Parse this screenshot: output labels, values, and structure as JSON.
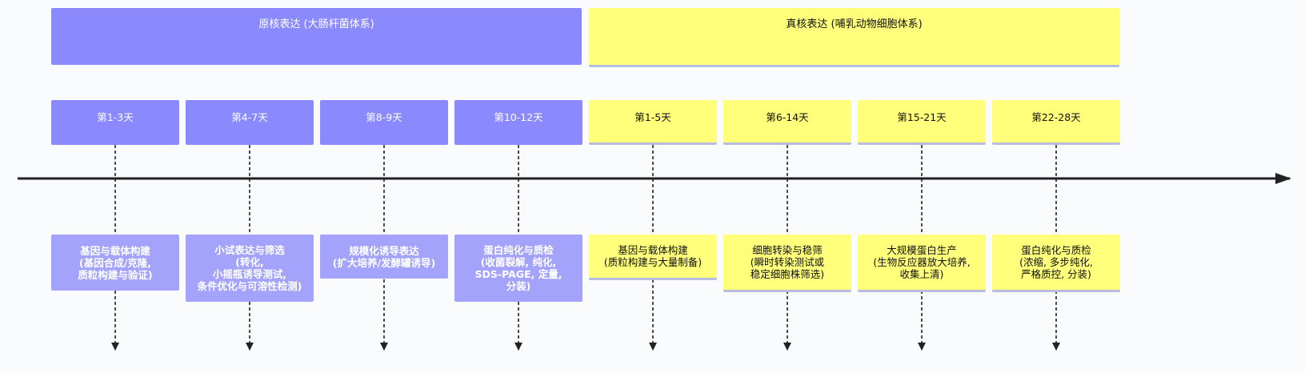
{
  "sections": [
    {
      "label": "原核表达 (大肠杆菌体系)",
      "kind": "prokaryote"
    },
    {
      "label": "真核表达 (哺乳动物细胞体系)",
      "kind": "eukaryote"
    }
  ],
  "periods": [
    {
      "label": "第1-3天",
      "section": 0,
      "task": "基因与载体构建\n(基因合成/克隆,\n质粒构建与验证)"
    },
    {
      "label": "第4-7天",
      "section": 0,
      "task": "小试表达与筛选\n(转化,\n小摇瓶诱导测试,\n条件优化与可溶性检测)"
    },
    {
      "label": "第8-9天",
      "section": 0,
      "task": "规模化诱导表达\n(扩大培养/发酵罐诱导)"
    },
    {
      "label": "第10-12天",
      "section": 0,
      "task": "蛋白纯化与质检\n(收菌裂解, 纯化,\nSDS-PAGE, 定量,\n分装)"
    },
    {
      "label": "第1-5天",
      "section": 1,
      "task": "基因与载体构建\n(质粒构建与大量制备)"
    },
    {
      "label": "第6-14天",
      "section": 1,
      "task": "细胞转染与稳筛\n(瞬时转染测试或\n稳定细胞株筛选)"
    },
    {
      "label": "第15-21天",
      "section": 1,
      "task": "大规模蛋白生产\n(生物反应器放大培养,\n收集上清)"
    },
    {
      "label": "第22-28天",
      "section": 1,
      "task": "蛋白纯化与质检\n(浓缩, 多步纯化,\n严格质控, 分装)"
    }
  ],
  "colors": {
    "prokaryote_header": "#8a8afe",
    "prokaryote_task": "#a3a3fb",
    "eukaryote": "#ffff7c",
    "eukaryote_border": "#b8bde0",
    "axis": "#222222",
    "connector": "#222222"
  }
}
